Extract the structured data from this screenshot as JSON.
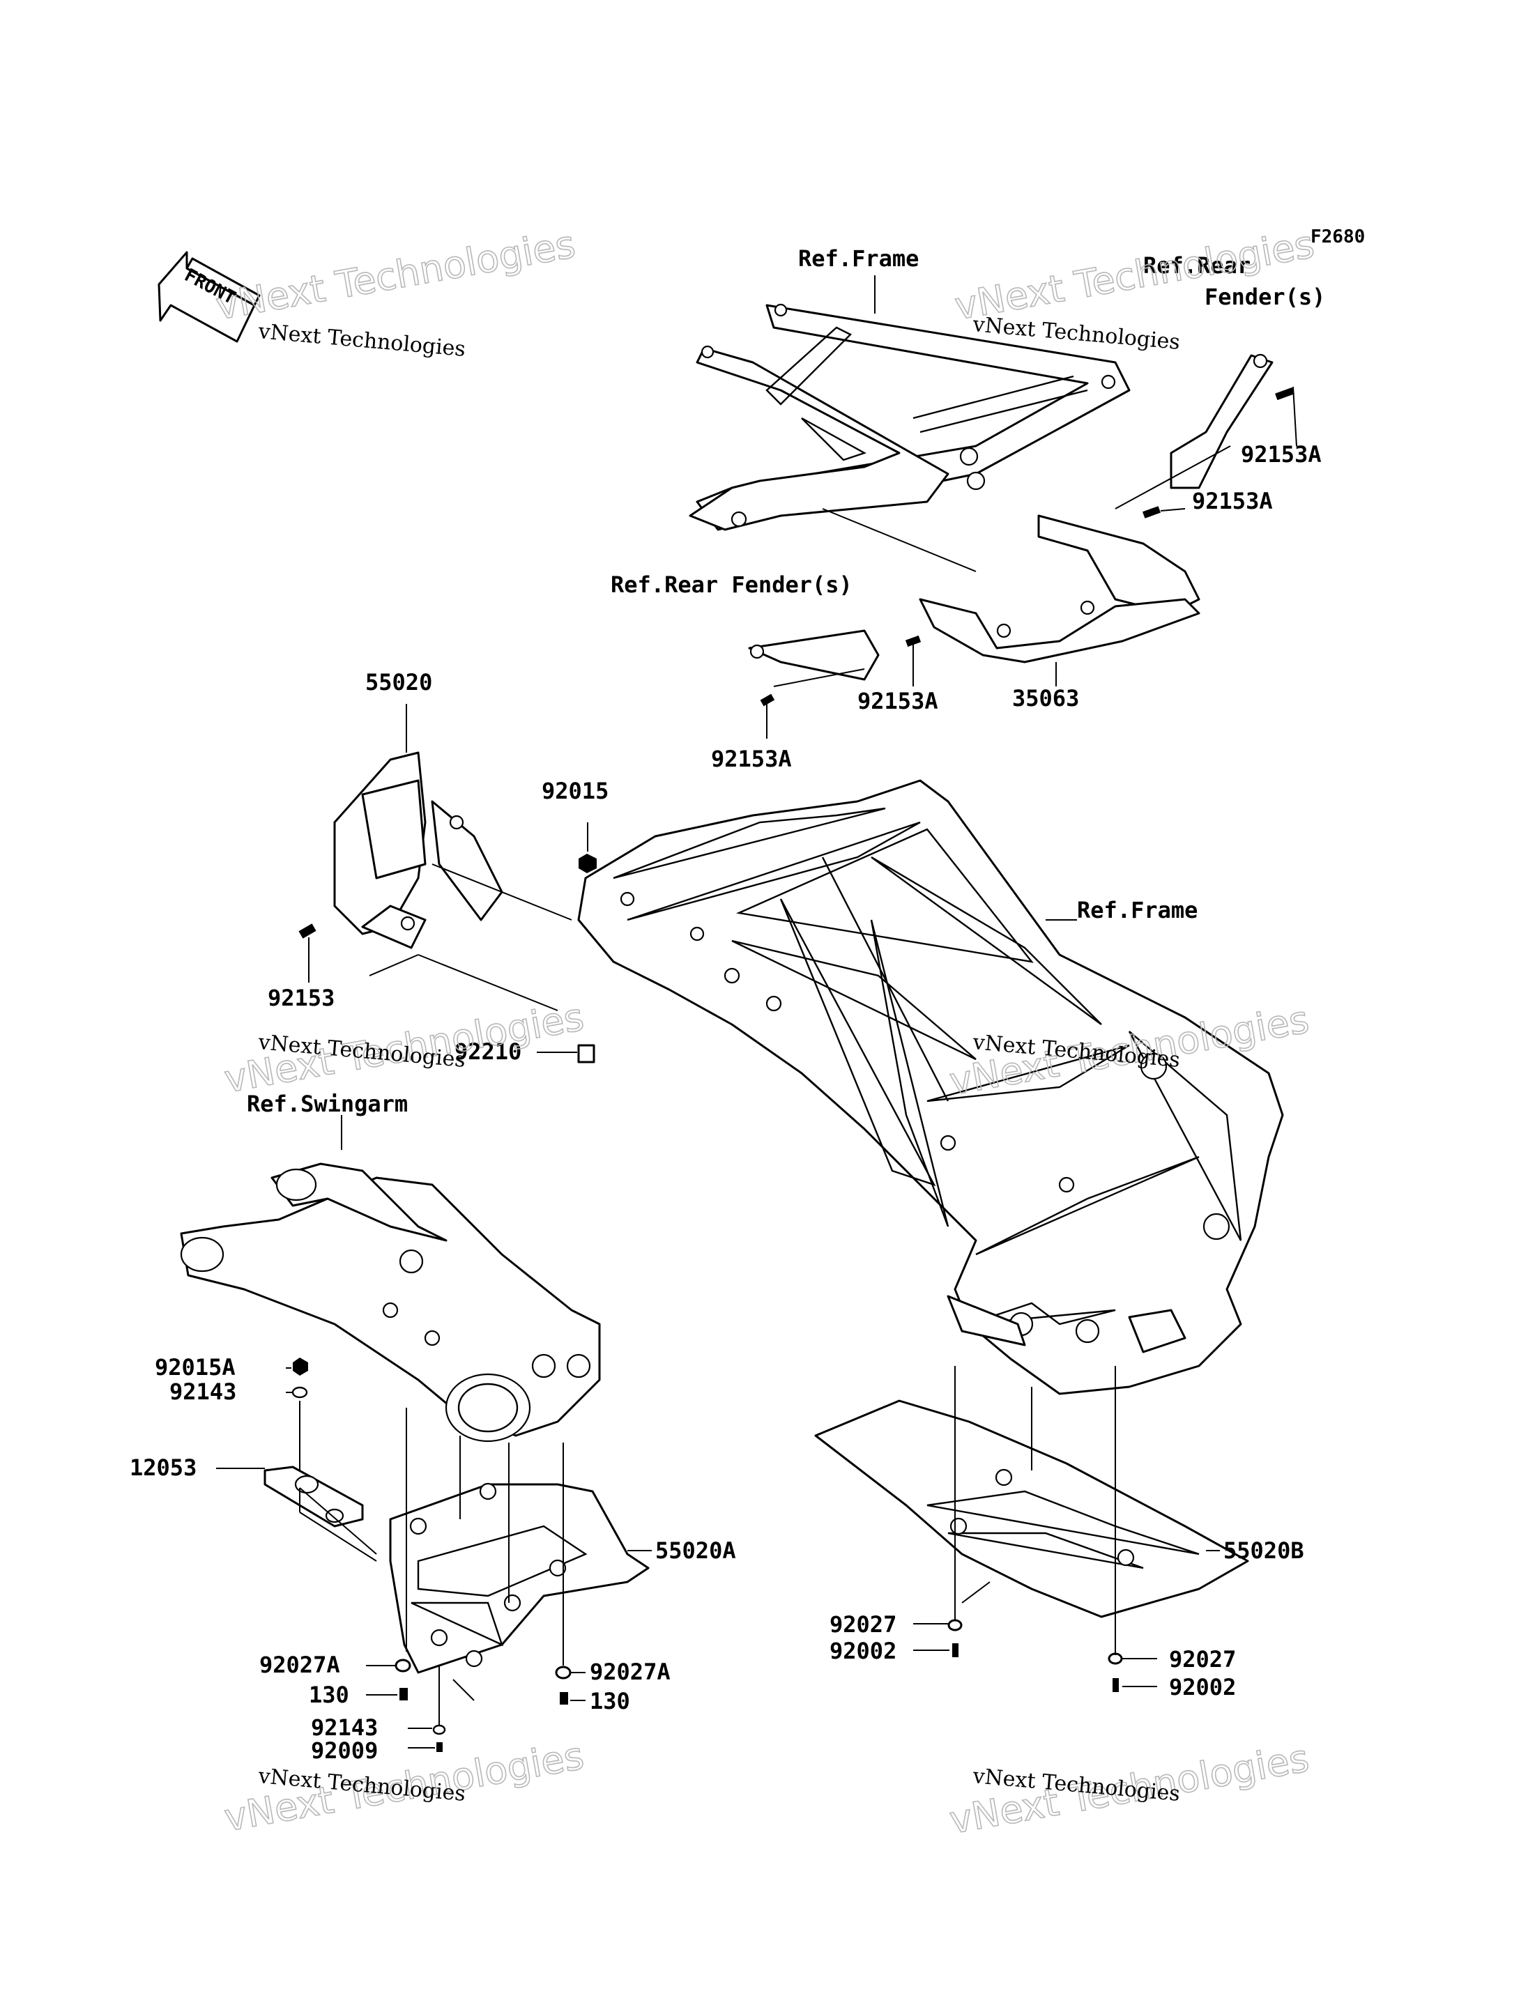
{
  "figure_code": "F2680",
  "front_arrow_text": "FRONT",
  "watermark": {
    "line1": "vNext Technologies",
    "line2": "vNext Technologies"
  },
  "labels": {
    "ref_frame_top": "Ref.Frame",
    "ref_rear_fender_top_1": "Ref.Rear",
    "ref_rear_fender_top_2": "Fender(s)",
    "p92153A_a": "92153A",
    "p92153A_b": "92153A",
    "ref_rear_fender_mid": "Ref.Rear Fender(s)",
    "p92153A_c": "92153A",
    "p35063": "35063",
    "p92153A_d": "92153A",
    "p55020": "55020",
    "p92015": "92015",
    "ref_frame_mid": "Ref.Frame",
    "p92153": "92153",
    "p92210": "92210",
    "ref_swingarm": "Ref.Swingarm",
    "p92015A": "92015A",
    "p92143_a": "92143",
    "p12053": "12053",
    "p55020A": "55020A",
    "p55020B": "55020B",
    "p92027_a": "92027",
    "p92002_a": "92002",
    "p92027_b": "92027",
    "p92002_b": "92002",
    "p92027A_a": "92027A",
    "p92027A_b": "92027A",
    "p130_a": "130",
    "p130_b": "130",
    "p92143_b": "92143",
    "p92009": "92009"
  }
}
